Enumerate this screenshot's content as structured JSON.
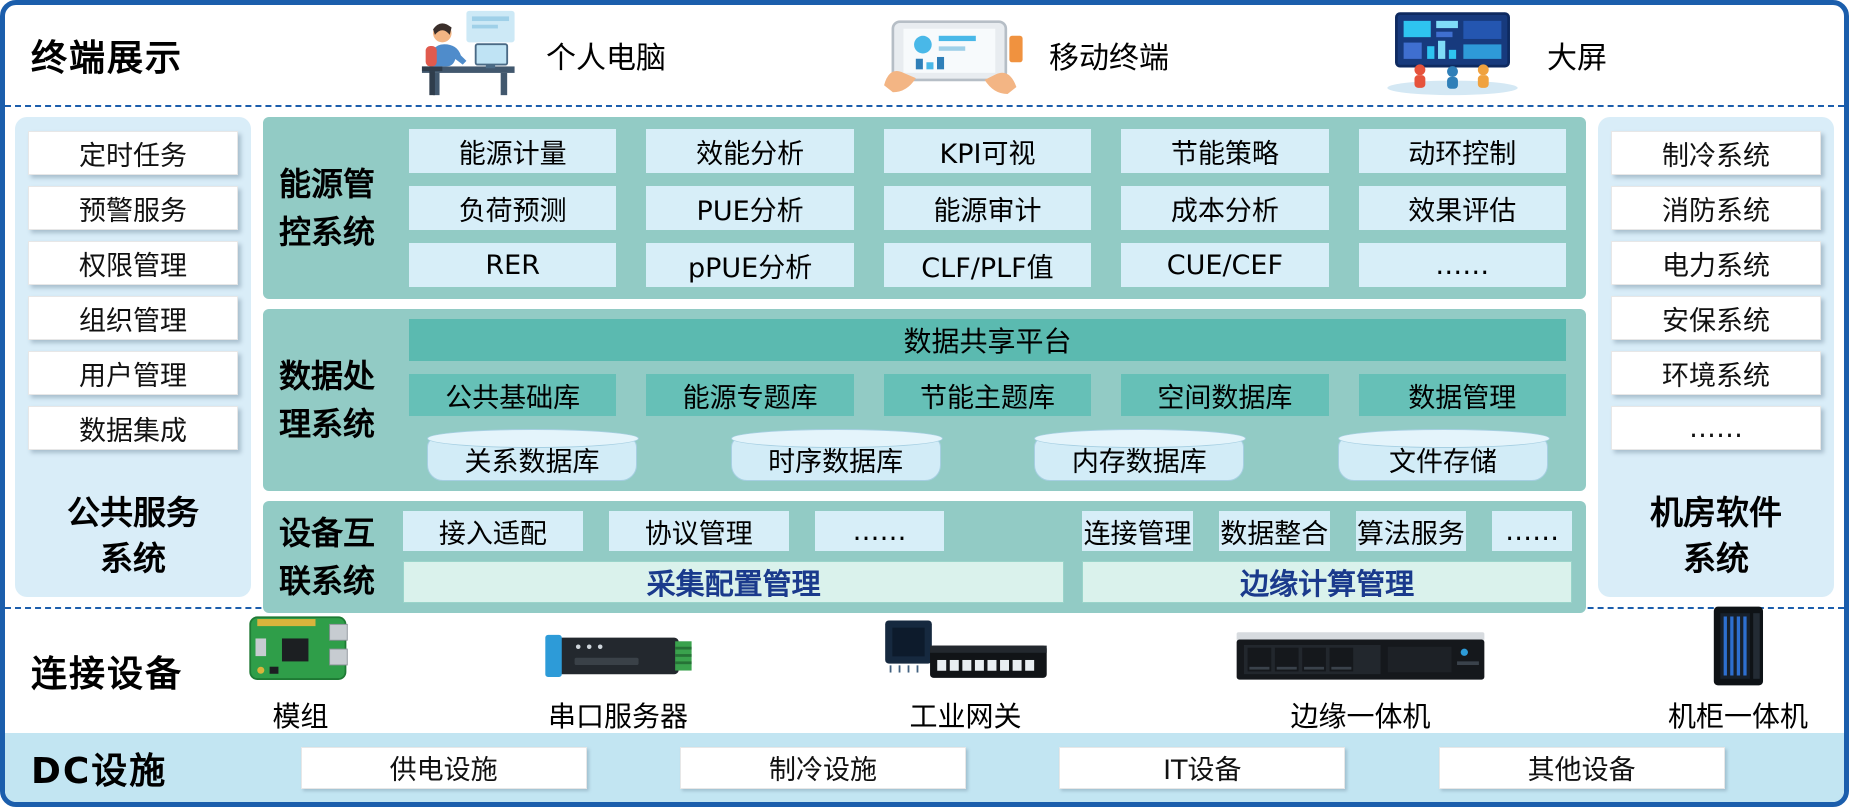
{
  "colors": {
    "border_blue": "#1b5eac",
    "panel_light_blue": "#d9edf8",
    "teal_panel": "#92cbc5",
    "light_blue_button": "#d7eef8",
    "teal_bar": "#5bbab0",
    "teal_button": "#66c0b7",
    "cylinder_blue": "#d2ecf7",
    "group_bar_bg": "#daf2ec",
    "group_bar_text": "#1a3a8c",
    "dc_band_blue": "#c2e5f2"
  },
  "terminal_row": {
    "label": "终端展示",
    "items": [
      {
        "label": "个人电脑",
        "icon": "desktop-user-icon"
      },
      {
        "label": "移动终端",
        "icon": "tablet-hands-icon"
      },
      {
        "label": "大屏",
        "icon": "big-screen-icon"
      }
    ]
  },
  "left_panel": {
    "items": [
      "定时任务",
      "预警服务",
      "权限管理",
      "组织管理",
      "用户管理",
      "数据集成"
    ],
    "label": "公共服务\n系统"
  },
  "right_panel": {
    "items": [
      "制冷系统",
      "消防系统",
      "电力系统",
      "安保系统",
      "环境系统",
      "……"
    ],
    "label": "机房软件\n系统"
  },
  "energy_system": {
    "label": "能源管\n控系统",
    "rows": [
      [
        "能源计量",
        "效能分析",
        "KPI可视",
        "节能策略",
        "动环控制"
      ],
      [
        "负荷预测",
        "PUE分析",
        "能源审计",
        "成本分析",
        "效果评估"
      ],
      [
        "RER",
        "pPUE分析",
        "CLF/PLF值",
        "CUE/CEF",
        "……"
      ]
    ]
  },
  "data_system": {
    "label": "数据处\n理系统",
    "platform": "数据共享平台",
    "repositories": [
      "公共基础库",
      "能源专题库",
      "节能主题库",
      "空间数据库",
      "数据管理"
    ],
    "databases": [
      "关系数据库",
      "时序数据库",
      "内存数据库",
      "文件存储"
    ]
  },
  "device_system": {
    "label": "设备互\n联系统",
    "left_buttons": [
      "接入适配",
      "协议管理",
      "……"
    ],
    "right_buttons": [
      "连接管理",
      "数据整合",
      "算法服务",
      "……"
    ],
    "left_group": "采集配置管理",
    "right_group": "边缘计算管理"
  },
  "devices_row": {
    "label": "连接设备",
    "items": [
      {
        "label": "模组",
        "icon": "module-board-icon"
      },
      {
        "label": "串口服务器",
        "icon": "serial-server-icon"
      },
      {
        "label": "工业网关",
        "icon": "industrial-gateway-icon"
      },
      {
        "label": "边缘一体机",
        "icon": "edge-server-icon"
      },
      {
        "label": "机柜一体机",
        "icon": "cabinet-icon"
      }
    ]
  },
  "dc_row": {
    "label": "DC设施",
    "items": [
      "供电设施",
      "制冷设施",
      "IT设备",
      "其他设备"
    ]
  }
}
